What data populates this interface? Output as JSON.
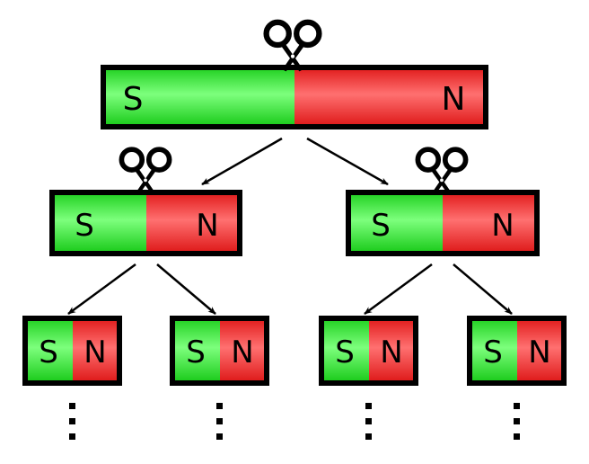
{
  "title": "",
  "labels": {
    "south": "S",
    "north": "N"
  },
  "levels": [
    {
      "magnets": 1
    },
    {
      "magnets": 2
    },
    {
      "magnets": 4
    }
  ],
  "cuts_shown_on_levels": 2,
  "continuation_symbol": "vertical-ellipsis",
  "colors": {
    "south_pole": "#22dd22",
    "north_pole": "#ee2222",
    "outline": "#000000",
    "arrow": "#000000",
    "background": "#ffffff"
  },
  "icons": [
    "scissors-icon",
    "arrow-icon",
    "vertical-ellipsis-icon"
  ]
}
